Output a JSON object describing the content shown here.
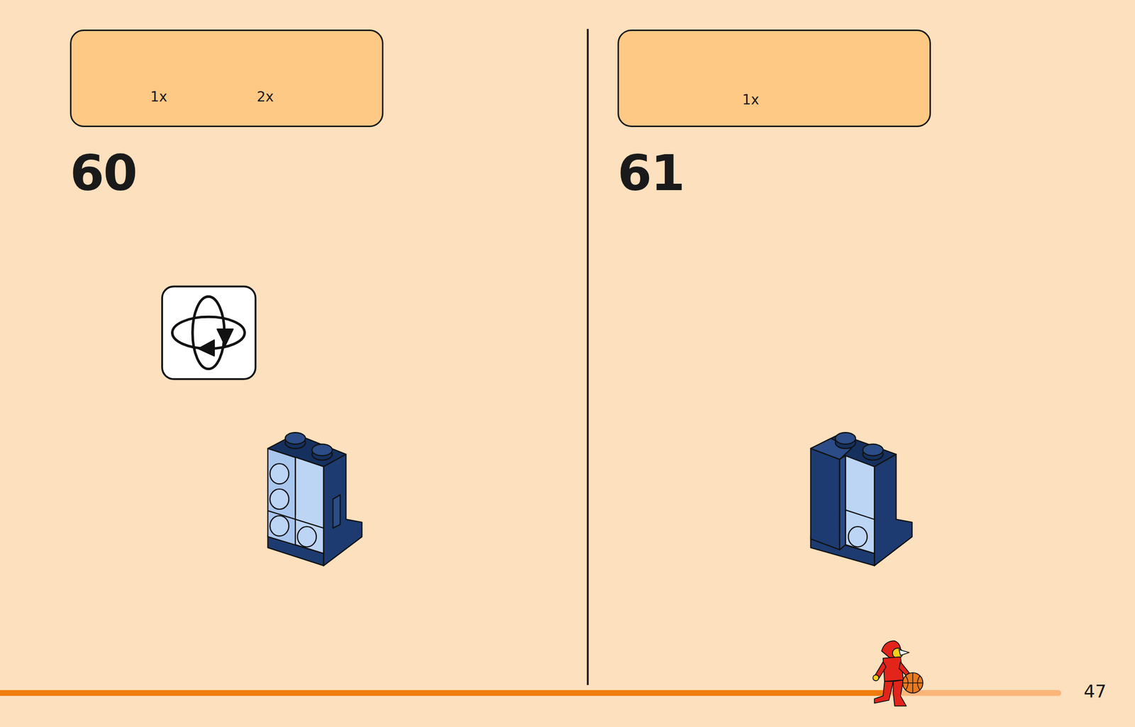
{
  "diagram": {
    "nodes": [
      {
        "text": [
          "1x",
          "2x"
        ]
      },
      {
        "text": [
          "1x"
        ]
      }
    ],
    "labels": [
      "60",
      "61",
      "47"
    ]
  }
}
